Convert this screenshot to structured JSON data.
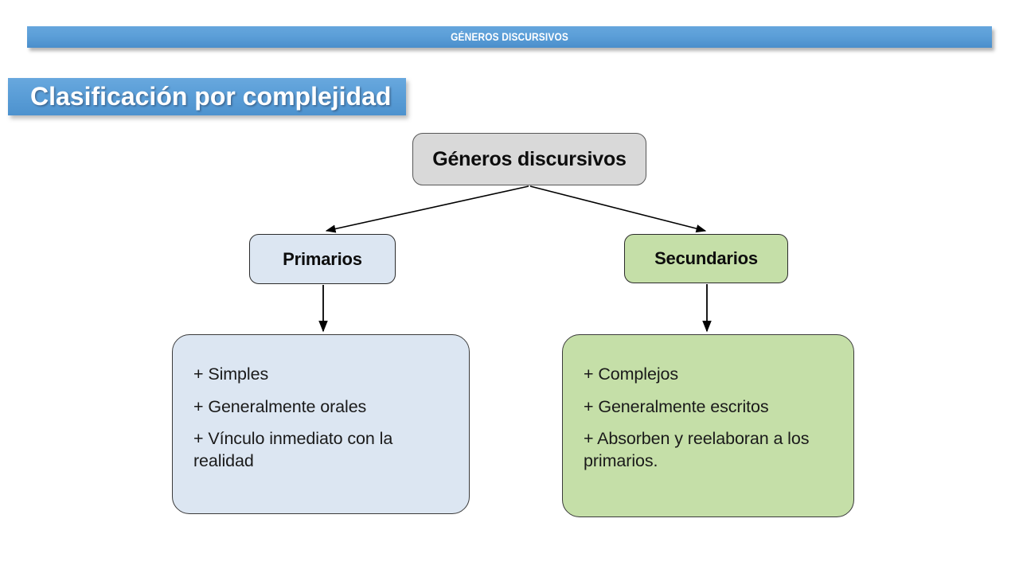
{
  "header": {
    "title": "GÉNEROS DISCURSIVOS"
  },
  "slide": {
    "title": "Clasificación por complejidad"
  },
  "diagram": {
    "root": {
      "label": "Géneros discursivos",
      "fill": "#d9d9d9"
    },
    "branches": [
      {
        "label": "Primarios",
        "fill": "#dce6f2",
        "details": [
          "+ Simples",
          "+ Generalmente orales",
          "+ Vínculo inmediato con la realidad"
        ]
      },
      {
        "label": "Secundarios",
        "fill": "#c5dfa8",
        "details": [
          "+ Complejos",
          "+ Generalmente escritos",
          "+ Absorben y reelaboran a los primarios."
        ]
      }
    ],
    "connector_color": "#000000",
    "accent_blue": "#5c9fd8"
  }
}
